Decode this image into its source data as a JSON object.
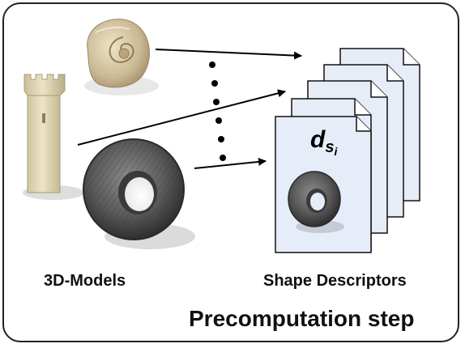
{
  "labels": {
    "models": "3D-Models",
    "descriptors": "Shape Descriptors",
    "step": "Precomputation step",
    "descriptor_symbol": "d",
    "descriptor_sub": "s",
    "descriptor_subsub": "i"
  },
  "icons": [
    "ammonite-shell-icon",
    "castle-tower-icon",
    "tire-icon",
    "document-stack-icon",
    "arrow-icon"
  ],
  "colors": {
    "frame": "#222222",
    "page_fill": "#e6ecf8",
    "page_stroke": "#111111",
    "tire": "#5a5a5a",
    "tower": "#ddd3ae",
    "shell": "#d2c3a0"
  }
}
